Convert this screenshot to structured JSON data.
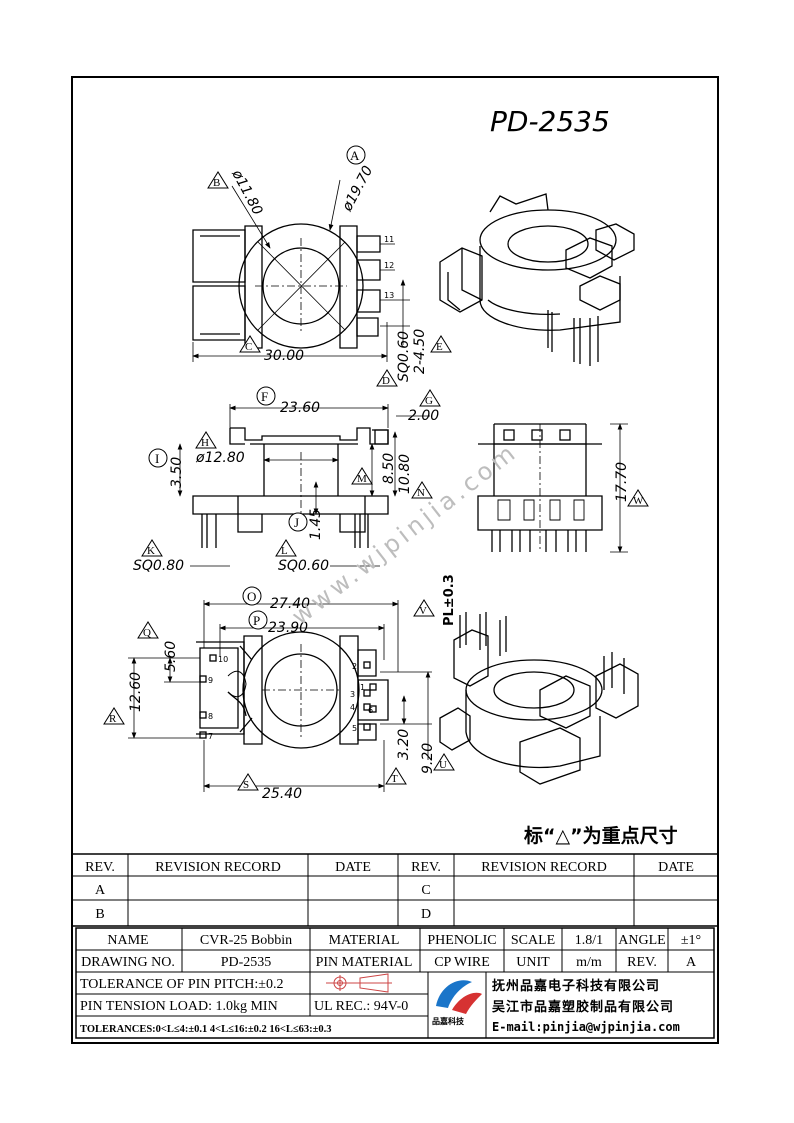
{
  "title": "PD-2535",
  "callouts": {
    "A": "A",
    "B": "B",
    "C": "C",
    "D": "D",
    "E": "E",
    "F": "F",
    "G": "G",
    "H": "H",
    "I": "I",
    "J": "J",
    "K": "K",
    "L": "L",
    "M": "M",
    "N": "N",
    "O": "O",
    "P": "P",
    "Q": "Q",
    "R": "R",
    "S": "S",
    "T": "T",
    "U": "U",
    "V": "V",
    "W": "W"
  },
  "dims": {
    "A": "ø19.70",
    "B": "ø11.80",
    "C": "30.00",
    "D": "SQ0.60",
    "E": "2-4.50",
    "F": "23.60",
    "G": "2.00",
    "H": "ø12.80",
    "I": "3.50",
    "J": "1.45",
    "K": "SQ0.80",
    "L": "SQ0.60",
    "M": "8.50",
    "N": "10.80",
    "O": "27.40",
    "P": "23.90",
    "Q": "5.60",
    "R": "12.60",
    "S": "25.40",
    "T": "3.20",
    "U": "9.20",
    "V": "PL±0.3",
    "W": "17.70"
  },
  "pins_top": [
    "11",
    "12",
    "13"
  ],
  "pins_bottom_left": [
    "10",
    "9",
    "8",
    "7"
  ],
  "pins_bottom_right": [
    "2",
    "1",
    "3",
    "4",
    "6",
    "5"
  ],
  "watermark": "www.wjpinjia.com",
  "legend": "标“△”为重点尺寸",
  "revision": {
    "headers": [
      "REV.",
      "REVISION RECORD",
      "DATE",
      "REV.",
      "REVISION RECORD",
      "DATE"
    ],
    "rows": [
      [
        "A",
        "",
        "",
        "C",
        "",
        ""
      ],
      [
        "B",
        "",
        "",
        "D",
        "",
        ""
      ]
    ]
  },
  "info": {
    "name_label": "NAME",
    "name_value": "CVR-25 Bobbin",
    "material_label": "MATERIAL",
    "material_value": "PHENOLIC",
    "scale_label": "SCALE",
    "scale_value": "1.8/1",
    "angle_label": "ANGLE",
    "angle_value": "±1°",
    "drawing_no_label": "DRAWING NO.",
    "drawing_no_value": "PD-2535",
    "pin_material_label": "PIN MATERIAL",
    "pin_material_value": "CP WIRE",
    "unit_label": "UNIT",
    "unit_value": "m/m",
    "rev_label": "REV.",
    "rev_value": "A",
    "tolerance_pitch": "TOLERANCE OF PIN PITCH:±0.2",
    "pin_tension": "PIN TENSION LOAD: 1.0kg  MIN",
    "ul_rec": "UL REC.: 94V-0",
    "tolerances": "TOLERANCES:0<L≤4:±0.1 4<L≤16:±0.2 16<L≤63:±0.3",
    "logo_text": "品嘉科技",
    "company1": "抚州品嘉电子科技有限公司",
    "company2": "吴江市品嘉塑胶制品有限公司",
    "email": "E-mail:pinjia@wjpinjia.com"
  }
}
